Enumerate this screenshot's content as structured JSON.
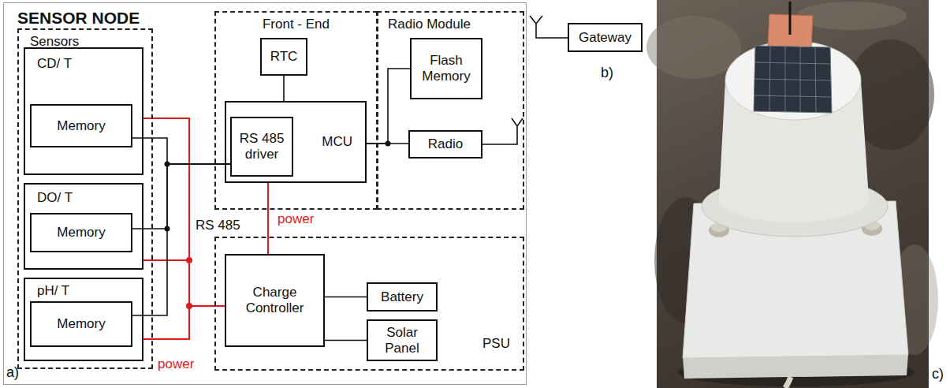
{
  "diagram": {
    "nodes": [
      {
        "text": [
          "SENSOR NODE"
        ]
      },
      {
        "text": [
          "Sensors"
        ],
        "in": 0
      },
      {
        "text": [
          "CD/ T"
        ],
        "in": 1
      },
      {
        "text": [
          "Memory"
        ],
        "in": 2
      },
      {
        "text": [
          "DO/ T"
        ],
        "in": 1
      },
      {
        "text": [
          "Memory"
        ],
        "in": 4
      },
      {
        "text": [
          "pH/ T"
        ],
        "in": 1
      },
      {
        "text": [
          "Memory"
        ],
        "in": 6
      },
      {
        "text": [
          "Front - End"
        ],
        "in": 0
      },
      {
        "text": [
          "RTC"
        ],
        "in": 8
      },
      {
        "text": [
          "MCU"
        ],
        "in": 8
      },
      {
        "text": [
          "RS 485 driver"
        ],
        "in": 10
      },
      {
        "text": [
          "Radio Module"
        ],
        "in": 0
      },
      {
        "text": [
          "Flash Memory"
        ],
        "in": 12
      },
      {
        "text": [
          "Radio"
        ],
        "in": 12
      },
      {
        "text": [
          "PSU"
        ],
        "in": 0
      },
      {
        "text": [
          "Charge Controller"
        ],
        "in": 15
      },
      {
        "text": [
          "Battery"
        ],
        "in": 15
      },
      {
        "text": [
          "Solar Panel"
        ],
        "in": 15
      },
      {
        "text": [
          "Gateway"
        ]
      }
    ],
    "edges": [
      {
        "from": 3,
        "to": 11,
        "arrow": "none"
      },
      {
        "from": 5,
        "to": 11,
        "arrow": "none"
      },
      {
        "from": 7,
        "to": 11,
        "arrow": "none"
      },
      {
        "from": 9,
        "to": 10,
        "arrow": "none"
      },
      {
        "from": 10,
        "to": 13,
        "arrow": "none"
      },
      {
        "from": 10,
        "to": 14,
        "arrow": "none"
      },
      {
        "from": 16,
        "to": 10,
        "label": "power",
        "arrow": "none"
      },
      {
        "from": 16,
        "to": 2,
        "arrow": "none"
      },
      {
        "from": 16,
        "to": 4,
        "arrow": "none"
      },
      {
        "from": 16,
        "to": 6,
        "label": "power",
        "arrow": "none"
      },
      {
        "from": 16,
        "to": 17,
        "arrow": "none"
      },
      {
        "from": 16,
        "to": 18,
        "arrow": "none"
      }
    ],
    "labels": [
      "RS 485",
      "a)",
      "b)",
      "c)"
    ]
  }
}
